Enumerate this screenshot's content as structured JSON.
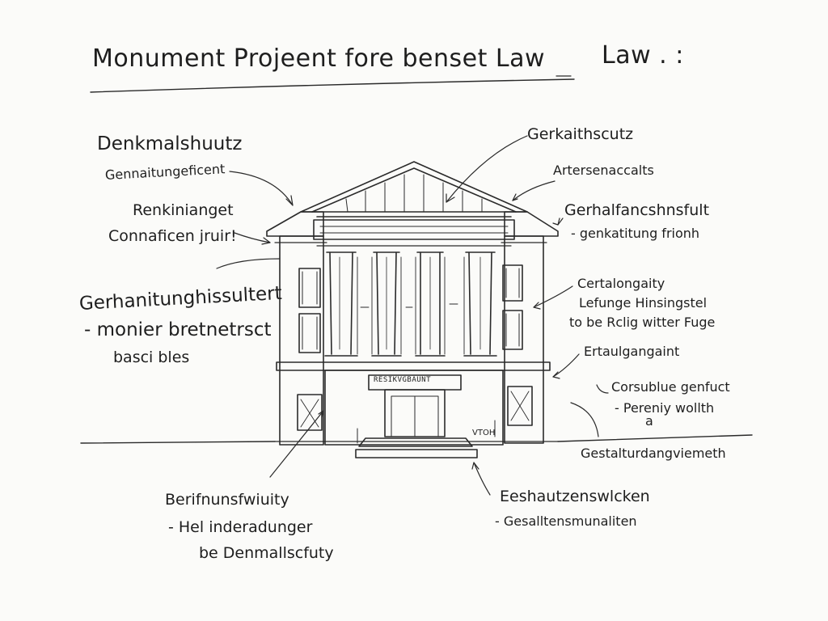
{
  "title": "Monument Projeent fore benset Law",
  "title_tail": "Law . :",
  "left": {
    "heading": "Denkmalshuutz",
    "sub1": "Gennaitungeficent",
    "a1": "Renkinianget",
    "a2": "Connaficen jruir!",
    "b1": "Gerhanitunghissultert",
    "b2": "- monier bretnetrsct",
    "b3": "basci bles"
  },
  "right": {
    "c1": "Gerkaiths­cutz",
    "c2": "Artersenaccalts",
    "d1": "Gerhalfancshnsfult",
    "d2": "- genkatitung frionh",
    "e1": "Certalongaity",
    "e2": "Lefunge Hinsingstel",
    "e3": "to be Rclig witter Fuge",
    "f1": "Ertaulgangaint",
    "g1": "Corsublue genfuct",
    "g2": "- Pereniy wollth",
    "g3": "a",
    "h1": "Gestalturdangviemeth"
  },
  "bottom": {
    "i1": "Berifnunsfwiuity",
    "i2": "- Hel inderadunger",
    "i3": "be Denmallscfuty",
    "j1": "Eeshautzenswlcken",
    "j2": "- Gesalltensmunaliten"
  },
  "building": {
    "entrance_sign": "RESIKVGBAUNT",
    "door_note": "VTOH"
  }
}
